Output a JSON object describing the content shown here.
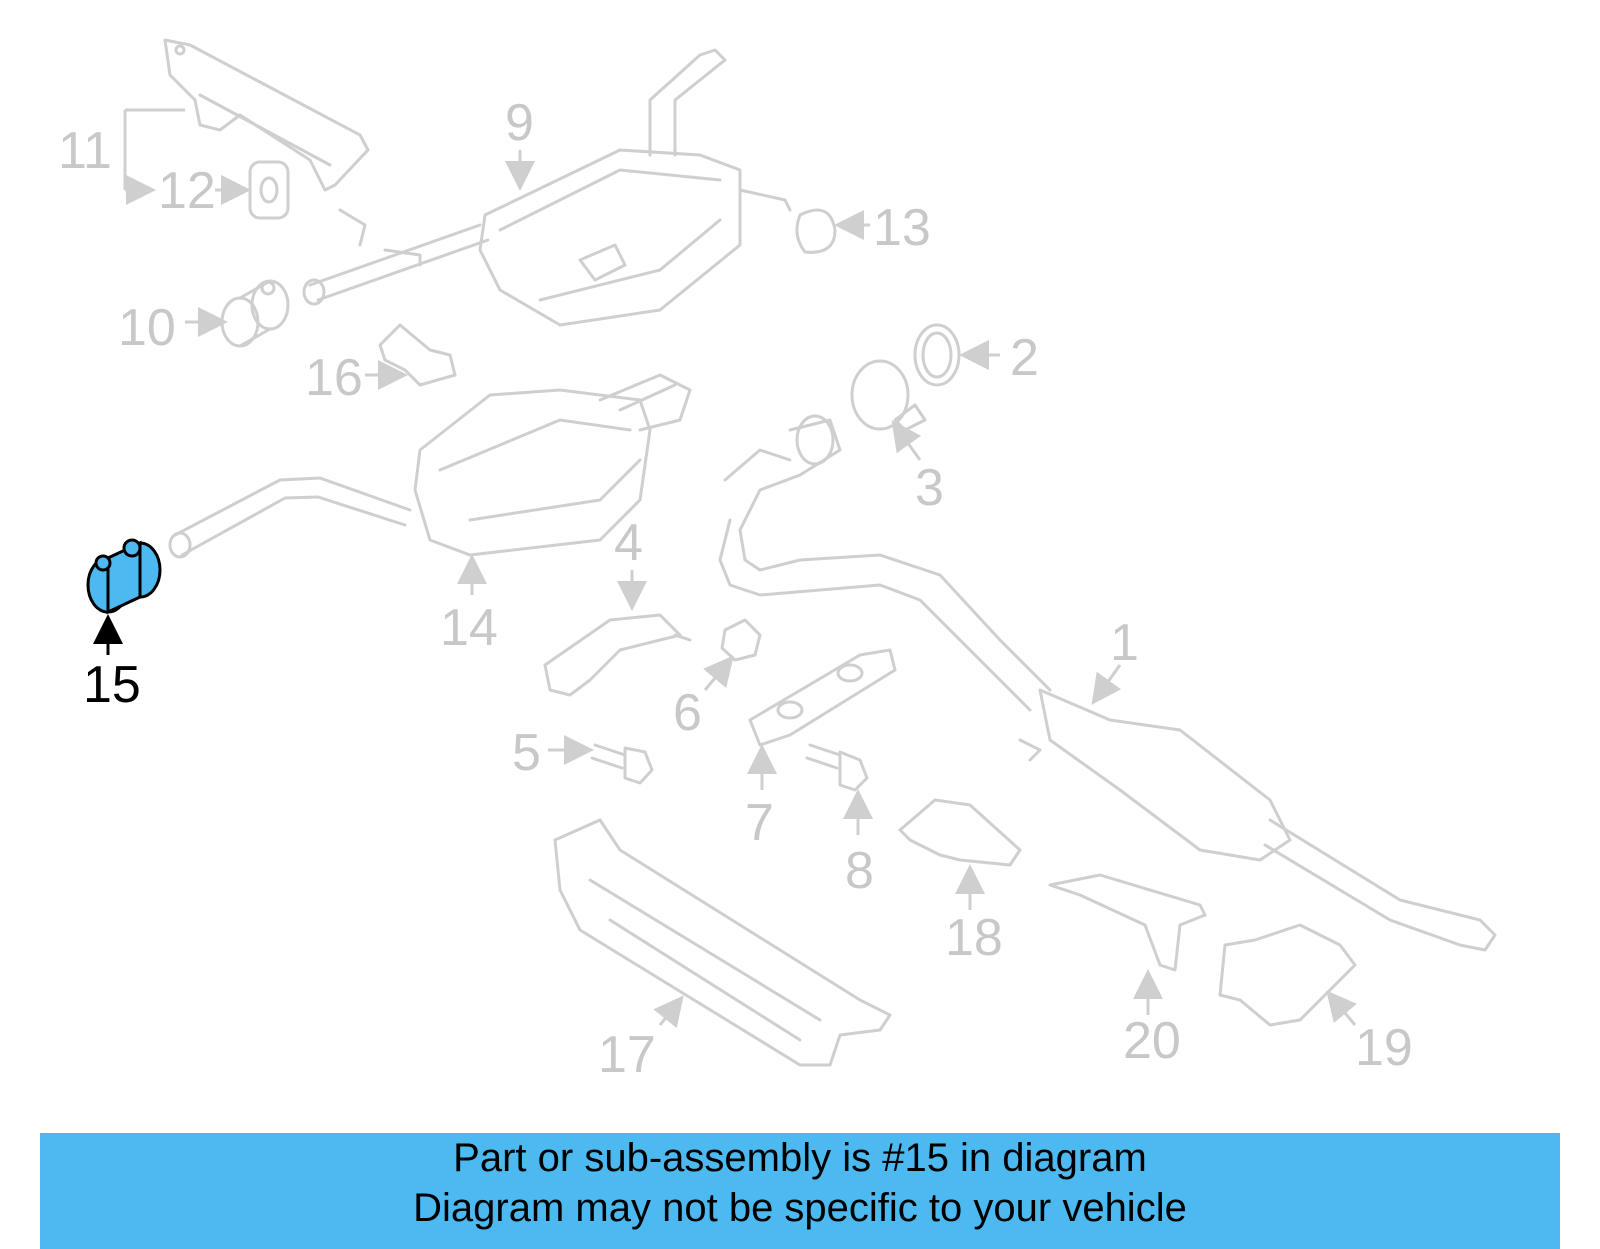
{
  "diagram": {
    "highlight_color": "#4cb9f0",
    "highlighted_part": "15",
    "callouts": [
      "1",
      "2",
      "3",
      "4",
      "5",
      "6",
      "7",
      "8",
      "9",
      "10",
      "11",
      "12",
      "13",
      "14",
      "15",
      "16",
      "17",
      "18",
      "19",
      "20"
    ]
  },
  "banner": {
    "line1": "Part or sub-assembly is #15 in diagram",
    "line2": "Diagram may not be specific to your vehicle",
    "background": "#4cb9f0"
  }
}
